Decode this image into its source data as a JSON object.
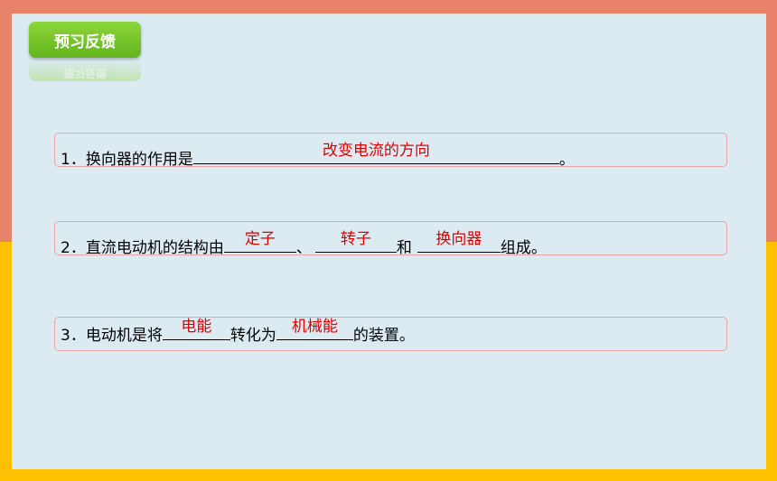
{
  "header": {
    "tag_label": "预习反馈",
    "tag_reflection": "预习反馈"
  },
  "questions": [
    {
      "number": "1．",
      "prefix": "换向器的作用是",
      "answer": "改变电流的方向",
      "suffix": "。"
    },
    {
      "number": "2．",
      "prefix": "直流电动机的结构由",
      "answer1": "定子",
      "sep1": "、",
      "answer2": "转子",
      "sep2": "和",
      "answer3": "换向器",
      "suffix": "组成。"
    },
    {
      "number": "3．",
      "prefix": "电动机是将",
      "answer1": "电能",
      "mid": "转化为",
      "answer2": "机械能",
      "suffix": "的装置。"
    }
  ],
  "colors": {
    "answer": "#E00000",
    "tag": "#7CC62E",
    "frame_top": "#E8836A",
    "frame_bottom": "#FFC000",
    "panel": "#DCEBF2"
  }
}
